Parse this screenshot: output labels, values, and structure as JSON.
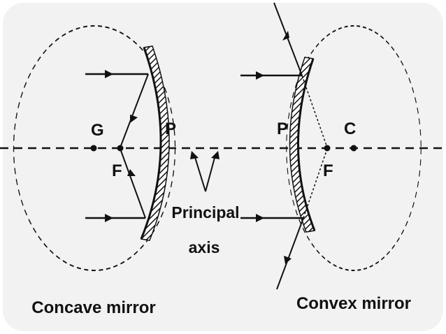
{
  "colors": {
    "background": "#ffffff",
    "panel": "#f2f2f2",
    "ink": "#111111"
  },
  "labels": {
    "concave_center": "G",
    "concave_focus": "F",
    "concave_pole": "P",
    "convex_pole": "P",
    "convex_center": "C",
    "convex_focus": "F",
    "axis_line1": "Principal",
    "axis_line2": "axis",
    "concave_caption": "Concave mirror",
    "convex_caption": "Convex mirror"
  }
}
